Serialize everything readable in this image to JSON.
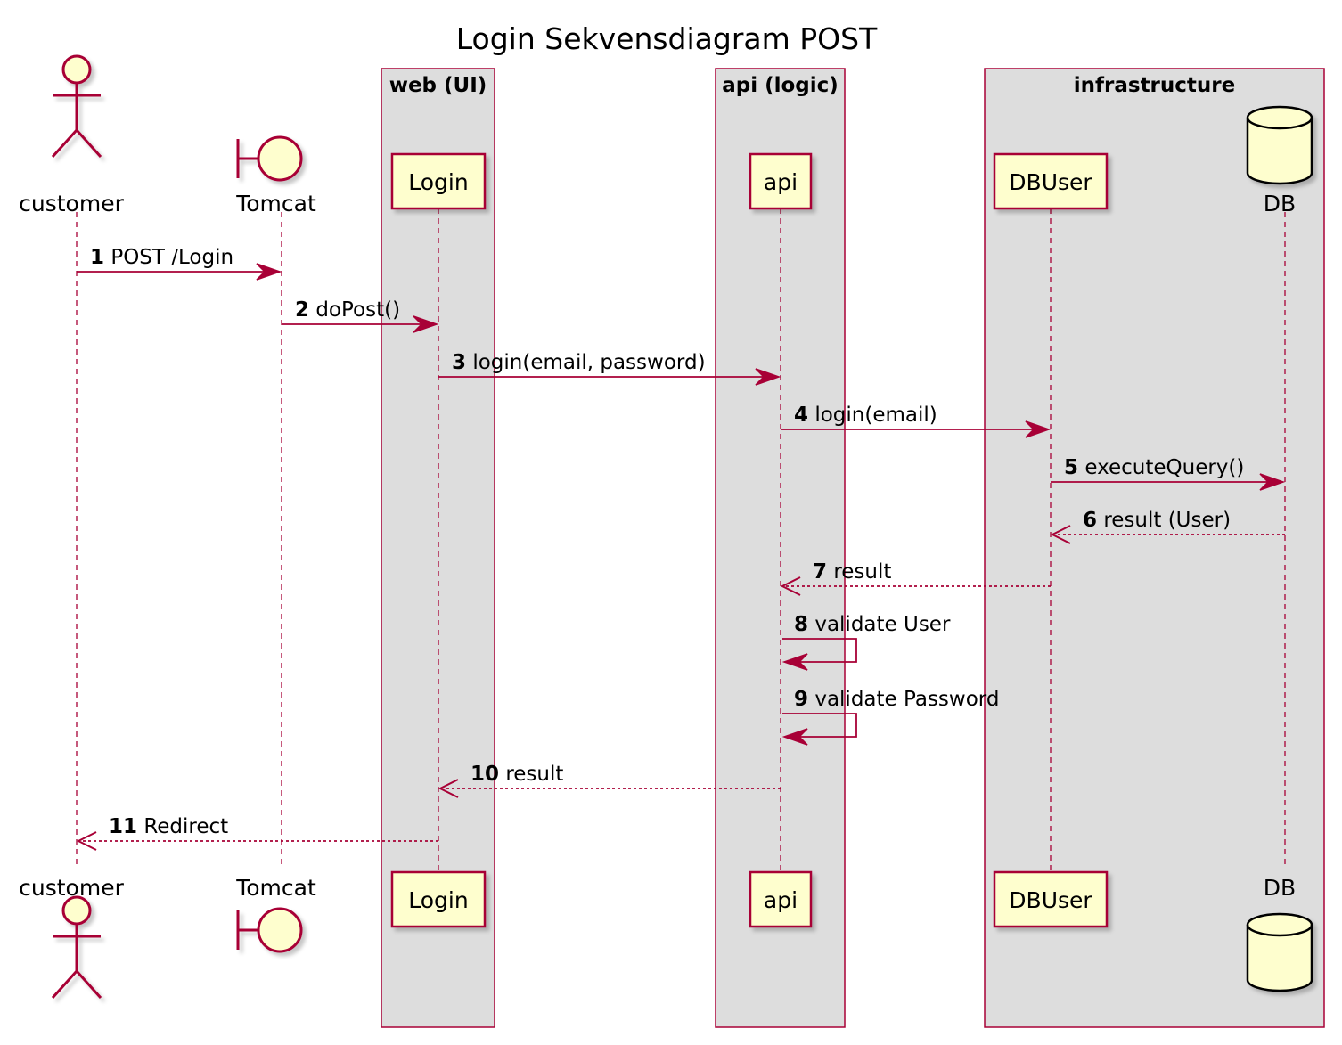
{
  "title": "Login Sekvensdiagram POST",
  "colors": {
    "line": "#a80036",
    "participant_fill": "#fefece",
    "box_fill": "#dddddd",
    "text": "#000000",
    "shadow": "#c8c8c8"
  },
  "boxes": [
    {
      "id": "web",
      "title": "web (UI)"
    },
    {
      "id": "api",
      "title": "api (logic)"
    },
    {
      "id": "infra",
      "title": "infrastructure"
    }
  ],
  "participants": [
    {
      "id": "customer",
      "label": "customer",
      "shape": "actor",
      "icon": "actor-icon"
    },
    {
      "id": "tomcat",
      "label": "Tomcat",
      "shape": "boundary",
      "icon": "boundary-icon"
    },
    {
      "id": "login",
      "label": "Login",
      "shape": "participant"
    },
    {
      "id": "api",
      "label": "api",
      "shape": "participant"
    },
    {
      "id": "dbuser",
      "label": "DBUser",
      "shape": "participant"
    },
    {
      "id": "db",
      "label": "DB",
      "shape": "database",
      "icon": "database-icon"
    }
  ],
  "messages": [
    {
      "num": "1",
      "text": "POST /Login",
      "from": "customer",
      "to": "tomcat",
      "style": "solid"
    },
    {
      "num": "2",
      "text": "doPost()",
      "from": "tomcat",
      "to": "login",
      "style": "solid"
    },
    {
      "num": "3",
      "text": "login(email, password)",
      "from": "login",
      "to": "api",
      "style": "solid"
    },
    {
      "num": "4",
      "text": "login(email)",
      "from": "api",
      "to": "dbuser",
      "style": "solid"
    },
    {
      "num": "5",
      "text": "executeQuery()",
      "from": "dbuser",
      "to": "db",
      "style": "solid"
    },
    {
      "num": "6",
      "text": "result (User)",
      "from": "db",
      "to": "dbuser",
      "style": "dashed"
    },
    {
      "num": "7",
      "text": "result",
      "from": "dbuser",
      "to": "api",
      "style": "dashed"
    },
    {
      "num": "8",
      "text": "validate User",
      "from": "api",
      "to": "api",
      "style": "self"
    },
    {
      "num": "9",
      "text": "validate Password",
      "from": "api",
      "to": "api",
      "style": "self"
    },
    {
      "num": "10",
      "text": "result",
      "from": "api",
      "to": "login",
      "style": "dashed"
    },
    {
      "num": "11",
      "text": "Redirect",
      "from": "login",
      "to": "customer",
      "style": "dashed"
    }
  ]
}
